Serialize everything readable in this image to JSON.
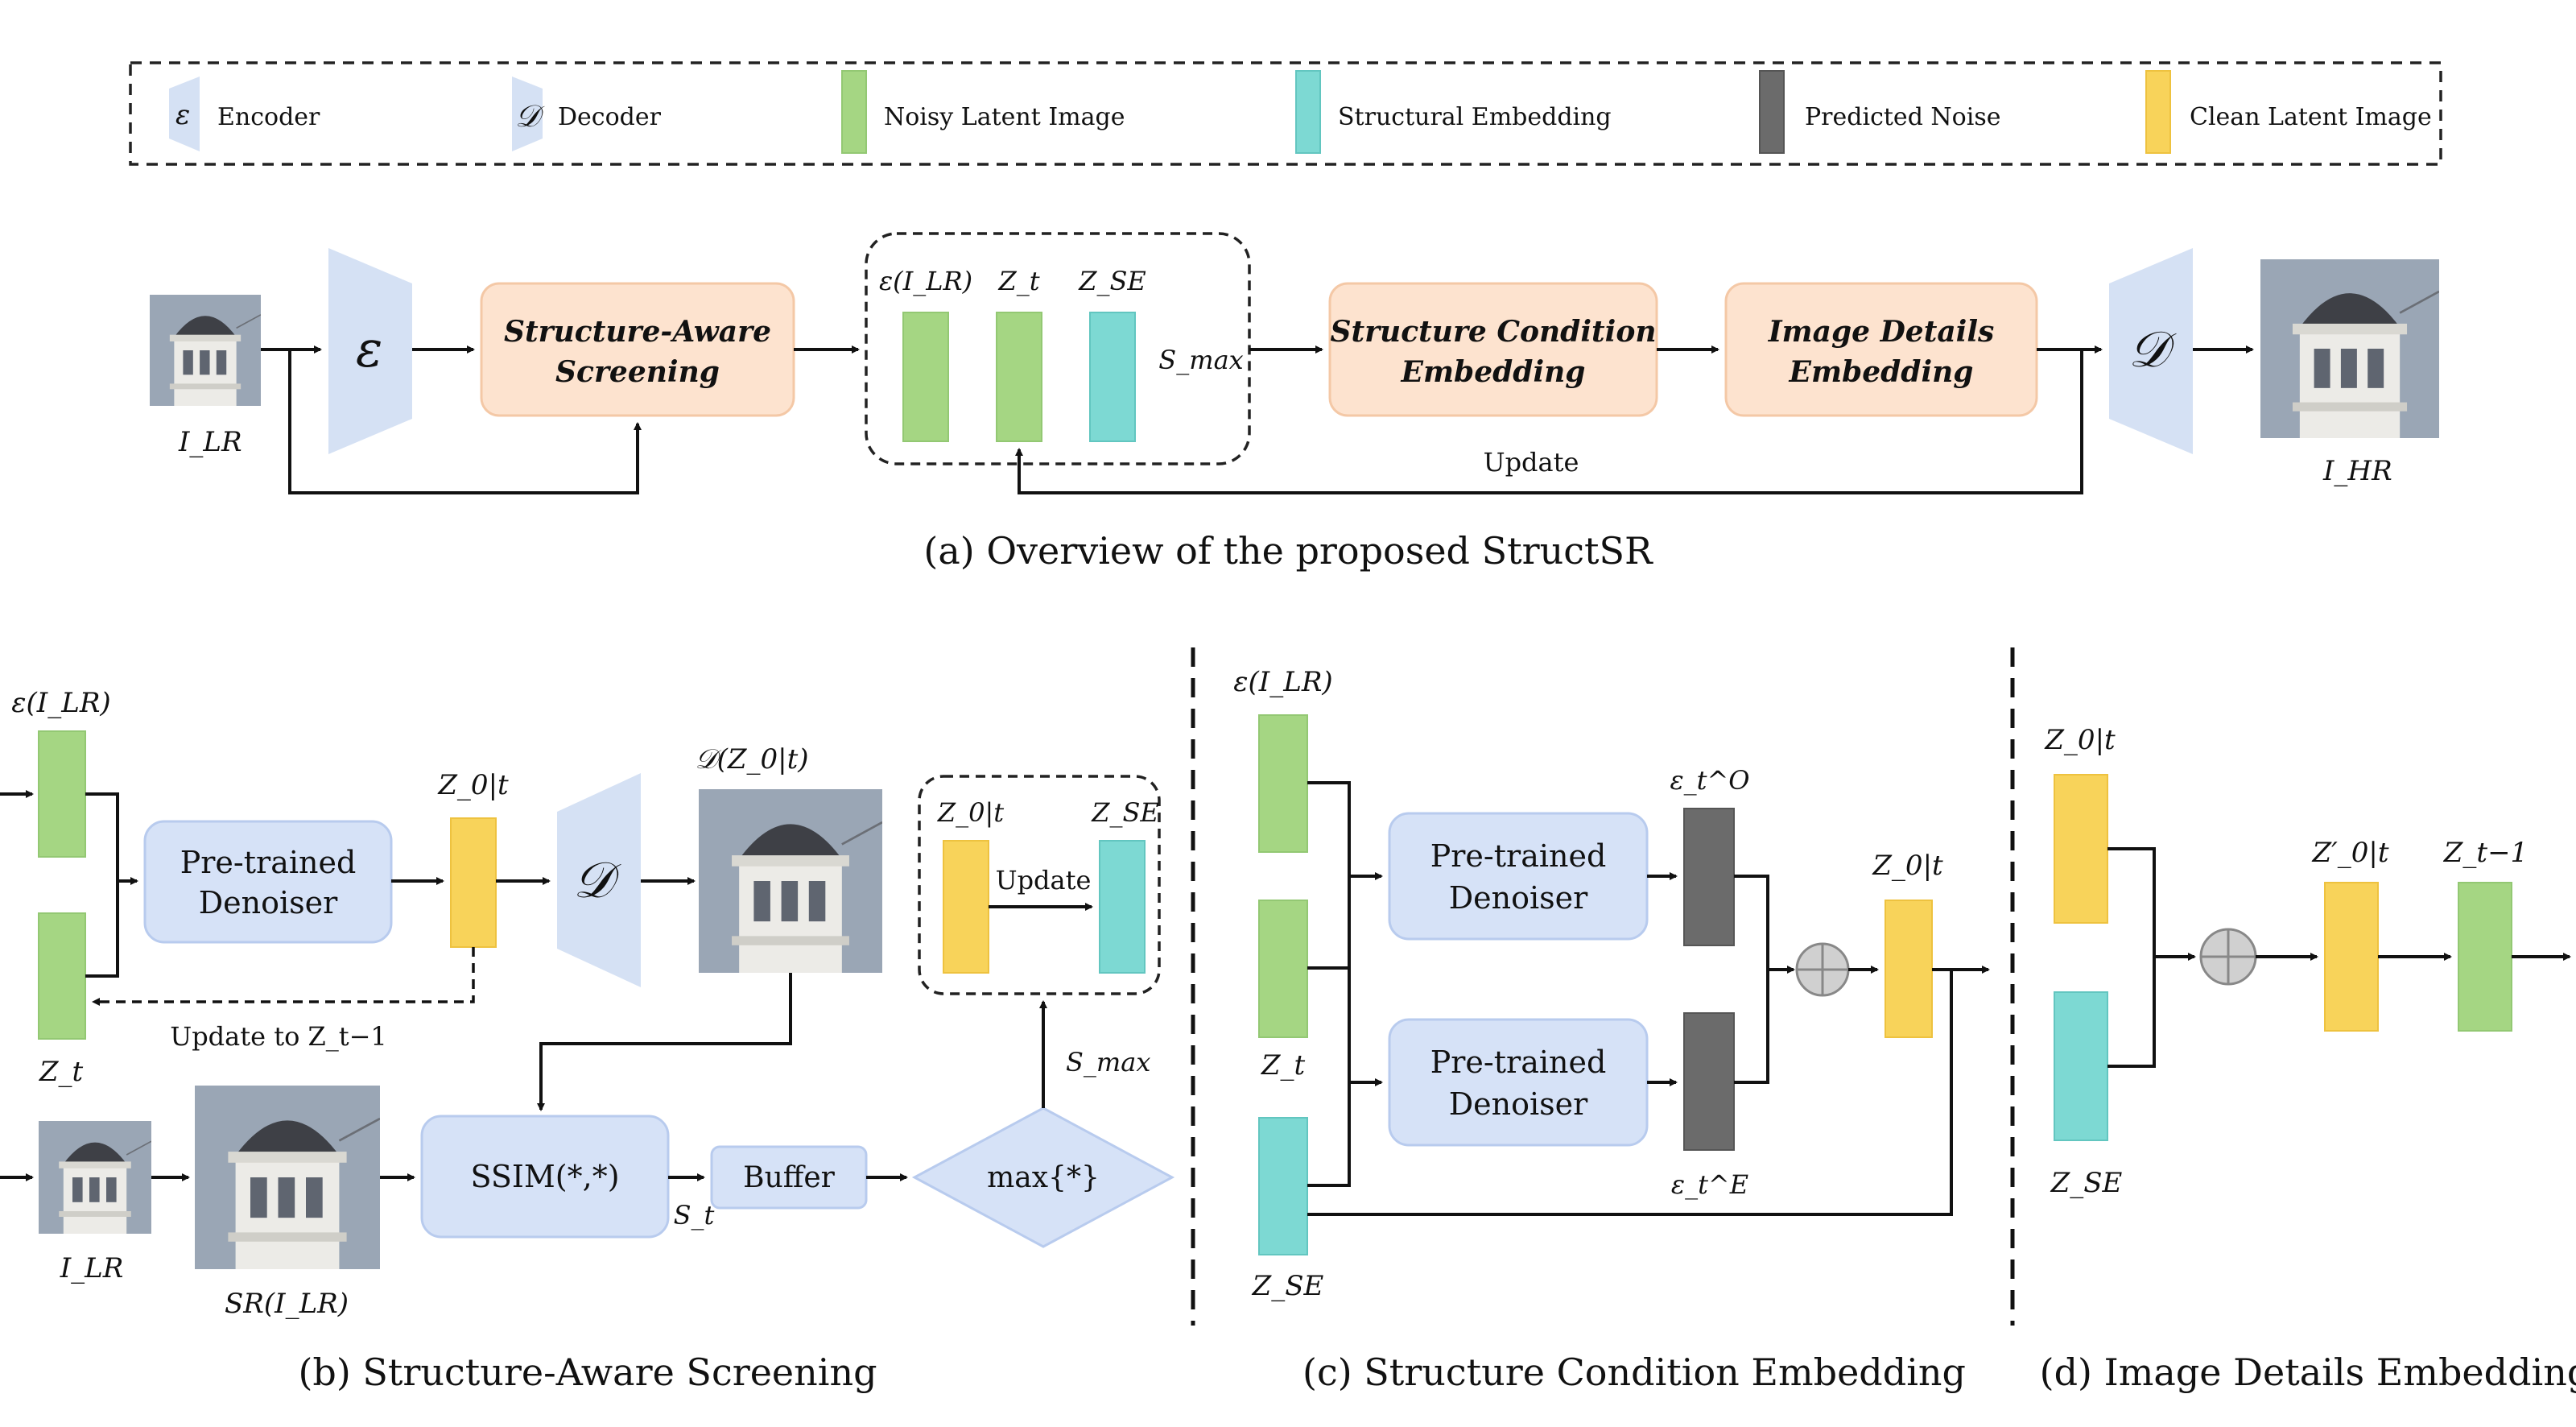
{
  "legend": {
    "encoder_symbol": "ε",
    "encoder_label": "Encoder",
    "decoder_symbol": "𝒟",
    "decoder_label": "Decoder",
    "noisy_label": "Noisy Latent Image",
    "struct_label": "Structural Embedding",
    "noise_label": "Predicted Noise",
    "clean_label": "Clean Latent Image"
  },
  "colors": {
    "noisy_latent": "#a5d683",
    "structural_embedding": "#7dd9d3",
    "predicted_noise": "#6b6b6b",
    "clean_latent": "#f8d35a",
    "module_orange": "#fde3cf",
    "module_blue": "#d6e2f7"
  },
  "icons": [
    "encoder-trapezoid",
    "decoder-trapezoid",
    "sum-circle",
    "tower-photo"
  ],
  "panel_a": {
    "input_label": "I_LR",
    "encoder_symbol": "ε",
    "sas_line1": "Structure-Aware",
    "sas_line2": "Screening",
    "latent_e_label": "ε(I_LR)",
    "latent_zt_label": "Z_t",
    "latent_zse_label": "Z_SE",
    "smax_label": "S_max",
    "sce_line1": "Structure Condition",
    "sce_line2": "Embedding",
    "ide_line1": "Image Details",
    "ide_line2": "Embedding",
    "decoder_symbol": "𝒟",
    "output_label": "I_HR",
    "update_label": "Update",
    "caption": "(a) Overview of the proposed StructSR"
  },
  "panel_b": {
    "e_label": "ε(I_LR)",
    "zt_label": "Z_t",
    "denoiser_line1": "Pre-trained",
    "denoiser_line2": "Denoiser",
    "z0_label": "Z_0|t",
    "decoder_symbol": "𝒟",
    "dz_label": "𝒟(Z_0|t)",
    "update_to": "Update to Z_t−1",
    "inner_z0_label": "Z_0|t",
    "inner_zse_label": "Z_SE",
    "inner_update": "Update",
    "smax_label": "S_max",
    "ilr_label": "I_LR",
    "sr_label": "SR(I_LR)",
    "ssim_label": "SSIM(*,*)",
    "st_label": "S_t",
    "buffer_label": "Buffer",
    "max_label": "max{*}",
    "caption": "(b) Structure-Aware Screening"
  },
  "panel_c": {
    "e_label": "ε(I_LR)",
    "zt_label": "Z_t",
    "zse_label": "Z_SE",
    "denoiser1_line1": "Pre-trained",
    "denoiser1_line2": "Denoiser",
    "denoiser2_line1": "Pre-trained",
    "denoiser2_line2": "Denoiser",
    "eps_o_label": "ε_t^O",
    "eps_e_label": "ε_t^E",
    "z0_label": "Z_0|t",
    "caption": "(c) Structure Condition Embedding"
  },
  "panel_d": {
    "z0_label": "Z_0|t",
    "zse_label": "Z_SE",
    "z0prime_label": "Z′_0|t",
    "zt1_label": "Z_t−1",
    "caption": "(d) Image Details Embedding"
  }
}
